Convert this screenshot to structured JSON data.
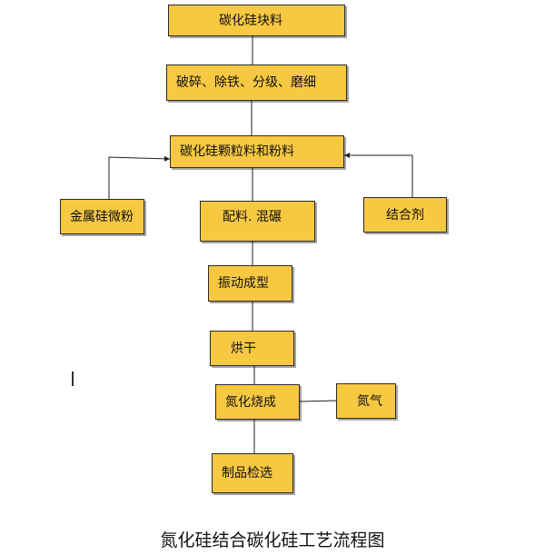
{
  "nodes": {
    "raw_block": "碳化硅块料",
    "crush": "破碎、除铁、分级、磨细",
    "granules": "碳化硅颗粒料和粉料",
    "metal_si": "金属硅微粉",
    "batching": "配料. 混碾",
    "binder": "结合剂",
    "forming": "振动成型",
    "drying": "烘干",
    "nitriding": "氮化烧成",
    "nitrogen": "氮气",
    "inspection": "制品检选"
  },
  "caption": "氮化硅结合碳化硅工艺流程图"
}
